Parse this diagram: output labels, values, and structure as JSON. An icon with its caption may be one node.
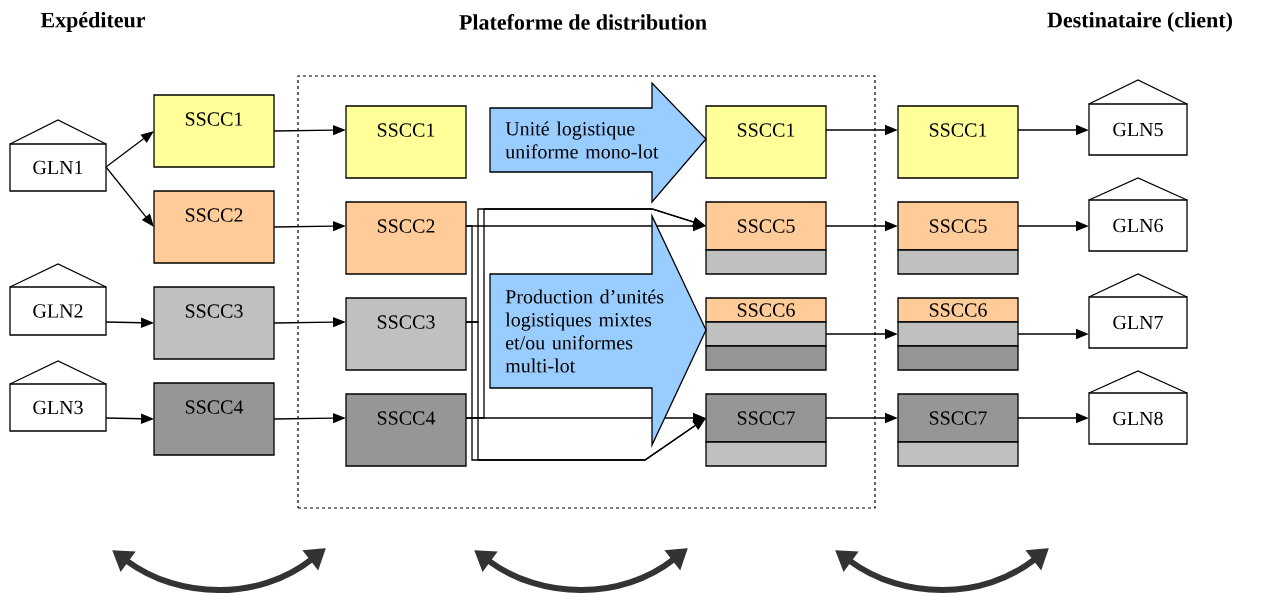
{
  "diagram": {
    "nodes": [
      {
        "text": [
          "GLN1"
        ]
      },
      {
        "text": [
          "GLN2"
        ]
      },
      {
        "text": [
          "GLN3"
        ]
      },
      {
        "text": [
          "SSCC1"
        ]
      },
      {
        "text": [
          "SSCC2"
        ]
      },
      {
        "text": [
          "SSCC3"
        ]
      },
      {
        "text": [
          "SSCC4"
        ]
      },
      {
        "text": [],
        "shape": "box"
      },
      {
        "text": [
          "SSCC1"
        ],
        "in": 7
      },
      {
        "text": [
          "SSCC2"
        ],
        "in": 7
      },
      {
        "text": [
          "SSCC3"
        ],
        "in": 7
      },
      {
        "text": [
          "SSCC4"
        ],
        "in": 7
      },
      {
        "text": [
          "Unité logistique uniforme mono-lot"
        ],
        "in": 7
      },
      {
        "text": [
          "Production d’unités logistiques mixtes et/ou uniformes multi-lot"
        ],
        "in": 7
      },
      {
        "text": [
          "SSCC1"
        ],
        "in": 7
      },
      {
        "text": [
          "SSCC5"
        ],
        "in": 7
      },
      {
        "text": [
          "SSCC6"
        ],
        "in": 7
      },
      {
        "text": [
          "SSCC7"
        ],
        "in": 7
      },
      {
        "text": [
          "SSCC1"
        ]
      },
      {
        "text": [
          "SSCC5"
        ]
      },
      {
        "text": [
          "SSCC6"
        ]
      },
      {
        "text": [
          "SSCC7"
        ]
      },
      {
        "text": [
          "GLN5"
        ]
      },
      {
        "text": [
          "GLN6"
        ]
      },
      {
        "text": [
          "GLN7"
        ]
      },
      {
        "text": [
          "GLN8"
        ]
      }
    ],
    "edges": [
      {
        "from": 0,
        "to": 3,
        "arrow": "to"
      },
      {
        "from": 0,
        "to": 4,
        "arrow": "to"
      },
      {
        "from": 1,
        "to": 5,
        "arrow": "to"
      },
      {
        "from": 2,
        "to": 6,
        "arrow": "to"
      },
      {
        "from": 3,
        "to": 8,
        "arrow": "to"
      },
      {
        "from": 4,
        "to": 9,
        "arrow": "to"
      },
      {
        "from": 5,
        "to": 10,
        "arrow": "to"
      },
      {
        "from": 6,
        "to": 11,
        "arrow": "to"
      },
      {
        "from": 9,
        "to": 15,
        "arrow": "to"
      },
      {
        "from": 9,
        "to": 17,
        "arrow": "to"
      },
      {
        "from": 10,
        "to": 15,
        "arrow": "to"
      },
      {
        "from": 10,
        "to": 17,
        "arrow": "to"
      },
      {
        "from": 11,
        "to": 15,
        "arrow": "to"
      },
      {
        "from": 11,
        "to": 17,
        "arrow": "to"
      },
      {
        "from": 14,
        "to": 18,
        "arrow": "to"
      },
      {
        "from": 15,
        "to": 19,
        "arrow": "to"
      },
      {
        "from": 16,
        "to": 20,
        "arrow": "to"
      },
      {
        "from": 17,
        "to": 21,
        "arrow": "to"
      },
      {
        "from": 18,
        "to": 22,
        "arrow": "to"
      },
      {
        "from": 19,
        "to": 23,
        "arrow": "to"
      },
      {
        "from": 20,
        "to": 24,
        "arrow": "to"
      },
      {
        "from": 21,
        "to": 25,
        "arrow": "to"
      }
    ],
    "labels": [
      "Expéditeur",
      "Plateforme de distribution",
      "Destinataire (client)"
    ]
  }
}
